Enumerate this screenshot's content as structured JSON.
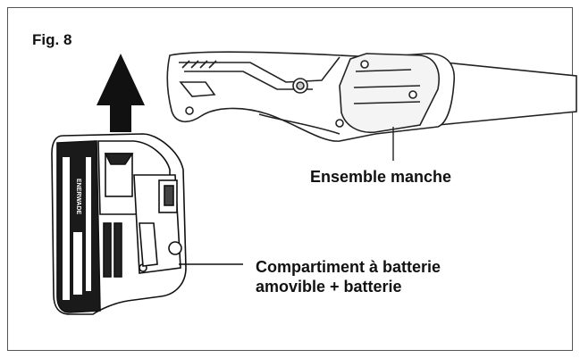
{
  "figure": {
    "label": "Fig. 8"
  },
  "callouts": {
    "handle_assembly": "Ensemble manche",
    "battery_line1": "Compartiment à batterie",
    "battery_line2": "amovible + batterie"
  },
  "battery": {
    "brand_text": "ENERWADE"
  }
}
